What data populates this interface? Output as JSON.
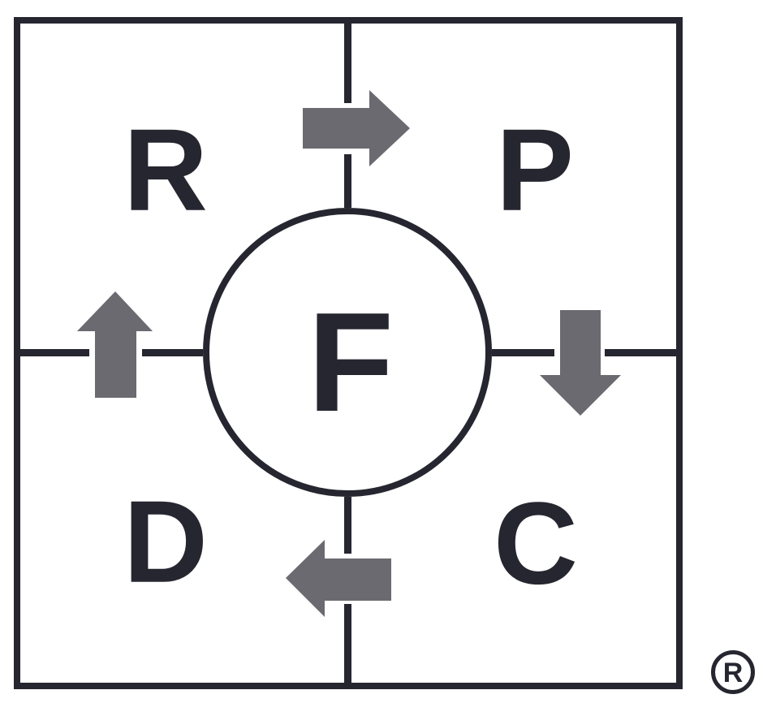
{
  "logo": {
    "name": "four-quadrant-cycle-logo",
    "quadrants": [
      {
        "position": "top-left",
        "letter": "R"
      },
      {
        "position": "top-right",
        "letter": "P"
      },
      {
        "position": "bottom-left",
        "letter": "D"
      },
      {
        "position": "bottom-right",
        "letter": "C"
      }
    ],
    "center_letter": "F",
    "registered_mark_letter": "R",
    "arrows": [
      {
        "direction": "right",
        "location": "top-between-R-and-P"
      },
      {
        "direction": "down",
        "location": "right-between-P-and-C"
      },
      {
        "direction": "left",
        "location": "bottom-between-C-and-D"
      },
      {
        "direction": "up",
        "location": "left-between-D-and-R"
      }
    ],
    "colors": {
      "ink": "#262630",
      "arrow": "#6a6a70",
      "bg": "#ffffff"
    }
  }
}
